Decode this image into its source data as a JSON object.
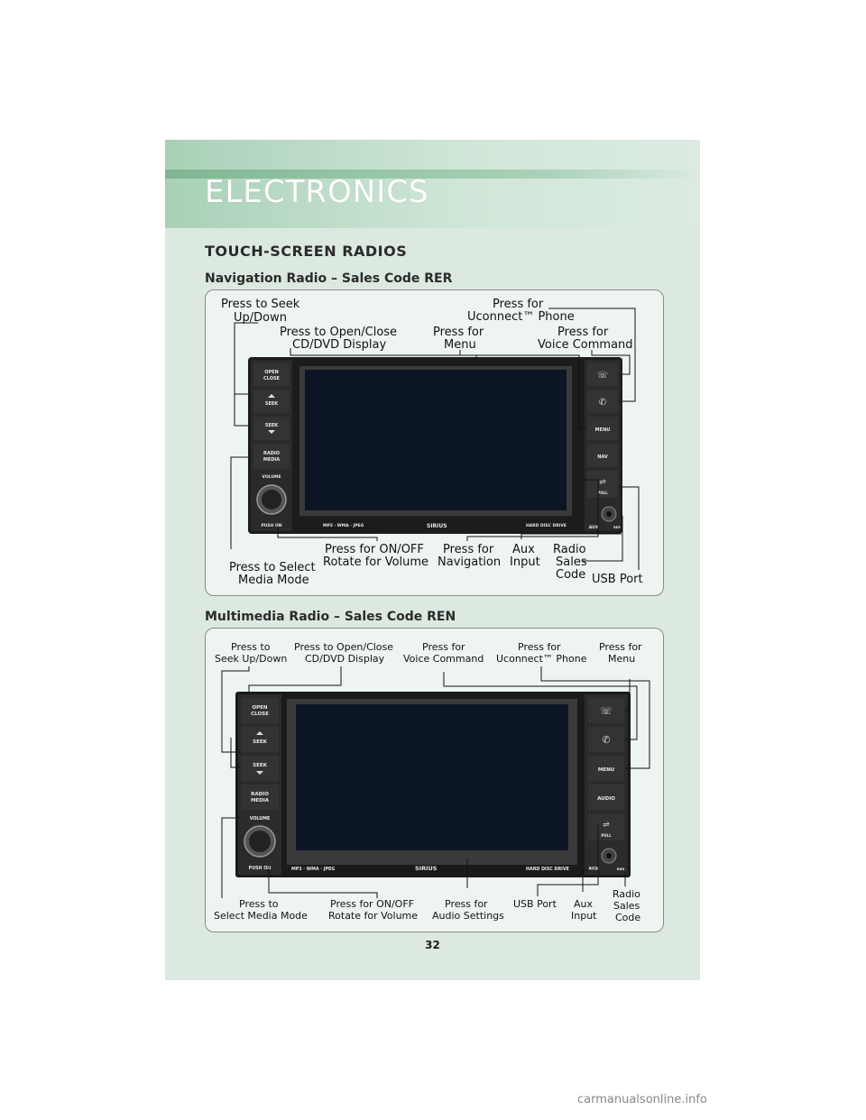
{
  "header": {
    "section": "ELECTRONICS"
  },
  "title": "TOUCH-SCREEN RADIOS",
  "rer": {
    "heading": "Navigation Radio – Sales Code RER",
    "callouts": {
      "seek_1": "Press to Seek",
      "seek_2": "Up/Down",
      "uconnect_1": "Press for",
      "uconnect_2": "Uconnect™ Phone",
      "open_1": "Press to Open/Close",
      "open_2": "CD/DVD Display",
      "menu_1": "Press for",
      "menu_2": "Menu",
      "voice_1": "Press for",
      "voice_2": "Voice Command",
      "onoff_1": "Press for ON/OFF",
      "onoff_2": "Rotate for Volume",
      "nav_1": "Press for",
      "nav_2": "Navigation",
      "aux_1": "Aux",
      "aux_2": "Input",
      "code_1": "Radio",
      "code_2": "Sales",
      "code_3": "Code",
      "usb": "USB Port",
      "media_1": "Press to Select",
      "media_2": "Media Mode"
    },
    "buttons": {
      "open_1": "OPEN",
      "open_2": "CLOSE",
      "seek_up": "SEEK",
      "seek_down": "SEEK",
      "radio_1": "RADIO",
      "radio_2": "MEDIA",
      "volume": "VOLUME",
      "push_on": "PUSH ON",
      "menu": "MENU",
      "nav": "NAV",
      "pull": "PULL",
      "aux": "AUX",
      "code": "RER"
    },
    "bezel": {
      "formats": "MP3 · WMA · JPEG",
      "brand": "SIRIUS",
      "hdd": "HARD DISC DRIVE"
    }
  },
  "ren": {
    "heading": "Multimedia Radio – Sales Code REN",
    "callouts": {
      "seek_1": "Press to",
      "seek_2": "Seek Up/Down",
      "open_1": "Press to Open/Close",
      "open_2": "CD/DVD Display",
      "voice_1": "Press for",
      "voice_2": "Voice Command",
      "uconnect_1": "Press for",
      "uconnect_2": "Uconnect™ Phone",
      "menu_1": "Press for",
      "menu_2": "Menu",
      "media_1": "Press to",
      "media_2": "Select Media Mode",
      "onoff_1": "Press for ON/OFF",
      "onoff_2": "Rotate for Volume",
      "audio_1": "Press for",
      "audio_2": "Audio Settings",
      "usb": "USB Port",
      "aux_1": "Aux",
      "aux_2": "Input",
      "code_1": "Radio",
      "code_2": "Sales",
      "code_3": "Code"
    },
    "buttons": {
      "open_1": "OPEN",
      "open_2": "CLOSE",
      "seek_up": "SEEK",
      "seek_down": "SEEK",
      "radio_1": "RADIO",
      "radio_2": "MEDIA",
      "volume": "VOLUME",
      "push_on": "PUSH ON",
      "menu": "MENU",
      "audio": "AUDIO",
      "pull": "PULL",
      "aux": "AUX",
      "code": "REN"
    },
    "bezel": {
      "formats": "MP3 · WMA · JPEG",
      "brand": "SIRIUS",
      "hdd": "HARD DISC DRIVE"
    }
  },
  "page_number": "32",
  "watermark": "carmanualsonline.info",
  "colors": {
    "page_bg": "#dbe9e1",
    "banner": "#a9d0b7",
    "radio_body": "#1a1a1a",
    "screen": "#0c1524"
  }
}
